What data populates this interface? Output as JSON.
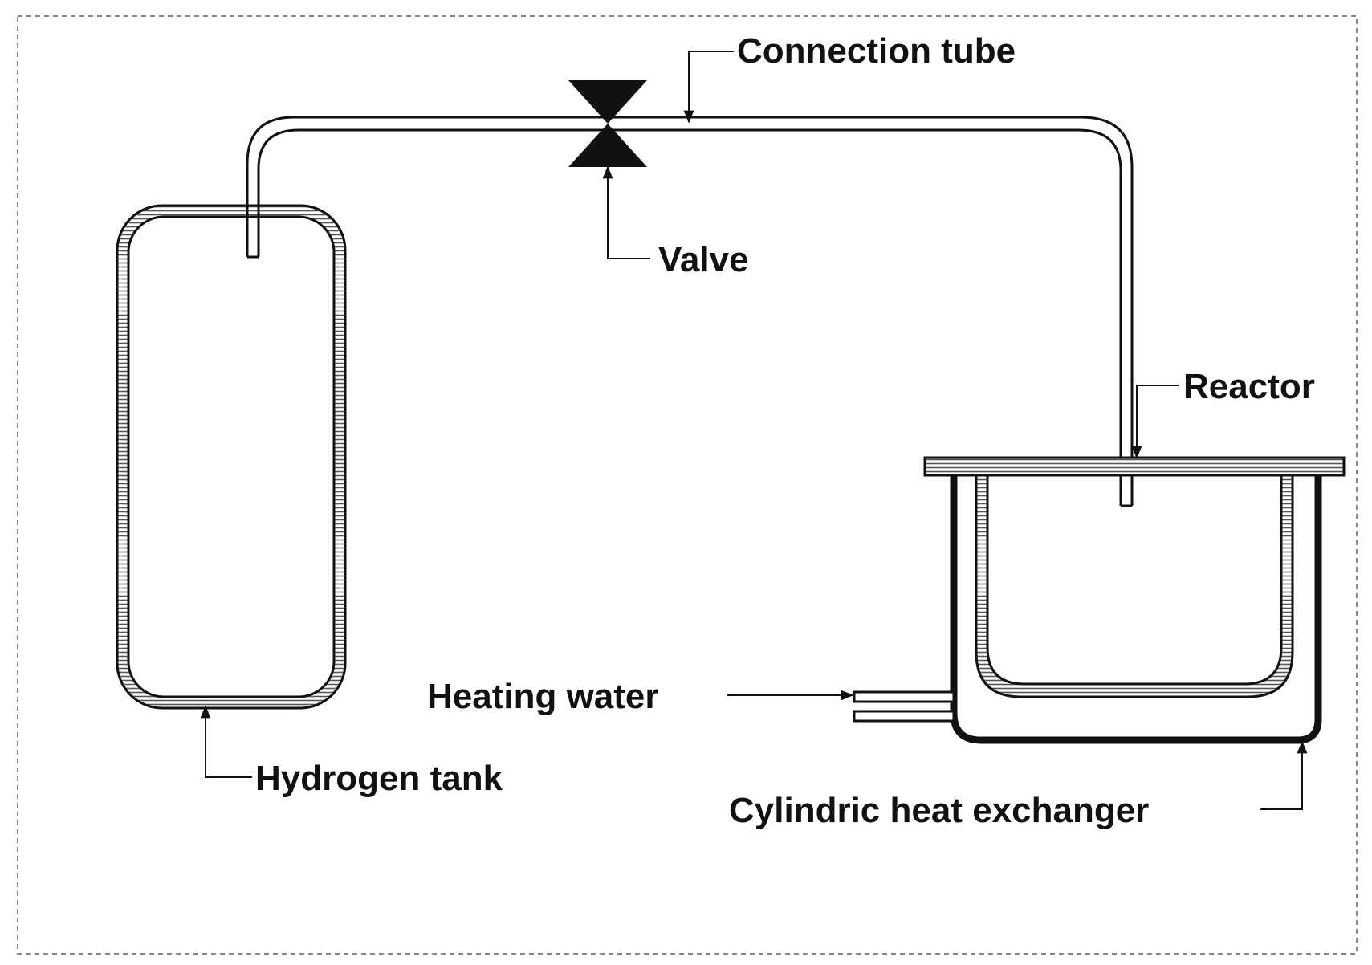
{
  "labels": {
    "connection_tube": "Connection tube",
    "valve": "Valve",
    "reactor": "Reactor",
    "heating_water": "Heating water",
    "hydrogen_tank": "Hydrogen tank",
    "cylindric_heat_exchanger": "Cylindric heat exchanger"
  },
  "colors": {
    "ink": "#111111",
    "hatch": "#555555",
    "frame": "#888888",
    "background": "#ffffff"
  }
}
